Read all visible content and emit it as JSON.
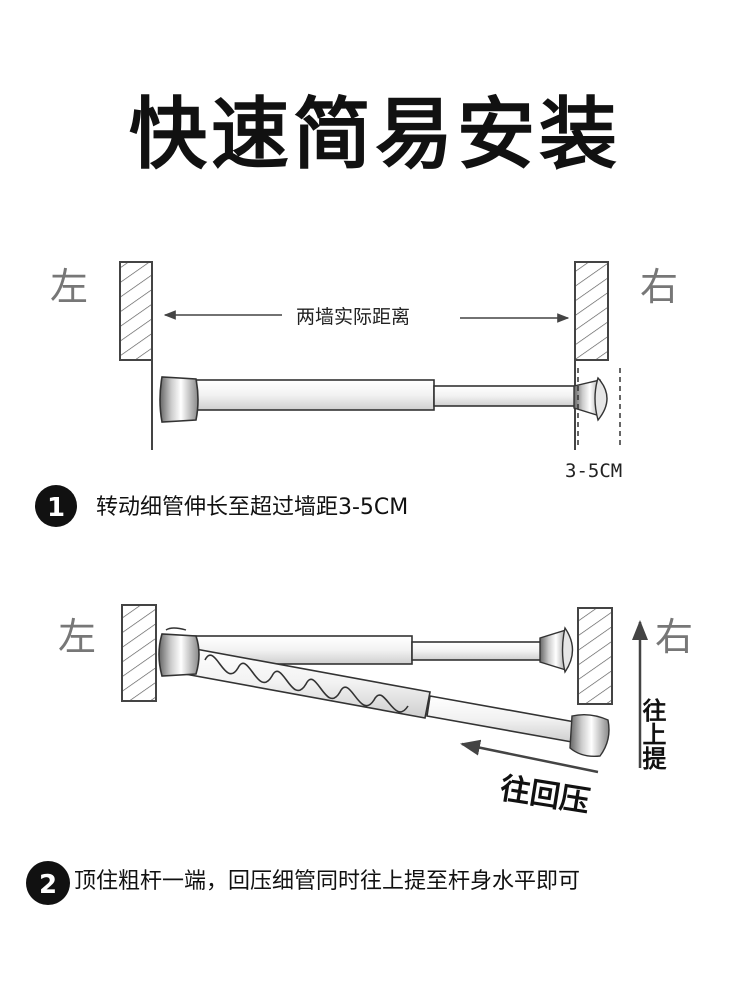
{
  "title": "快速简易安装",
  "step1": {
    "left_label": "左",
    "right_label": "右",
    "distance_label": "两墙实际距离",
    "gap_label": "3-5CM",
    "number": "1",
    "instruction": "转动细管伸长至超过墙距3-5CM"
  },
  "step2": {
    "left_label": "左",
    "right_label": "右",
    "lift_label": "往上提",
    "press_label": "往回压",
    "number": "2",
    "instruction": "顶住粗杆一端，回压细管同时往上提至杆身水平即可"
  },
  "colors": {
    "wall_stroke": "#444444",
    "side_label": "#777777",
    "text": "#111111"
  }
}
